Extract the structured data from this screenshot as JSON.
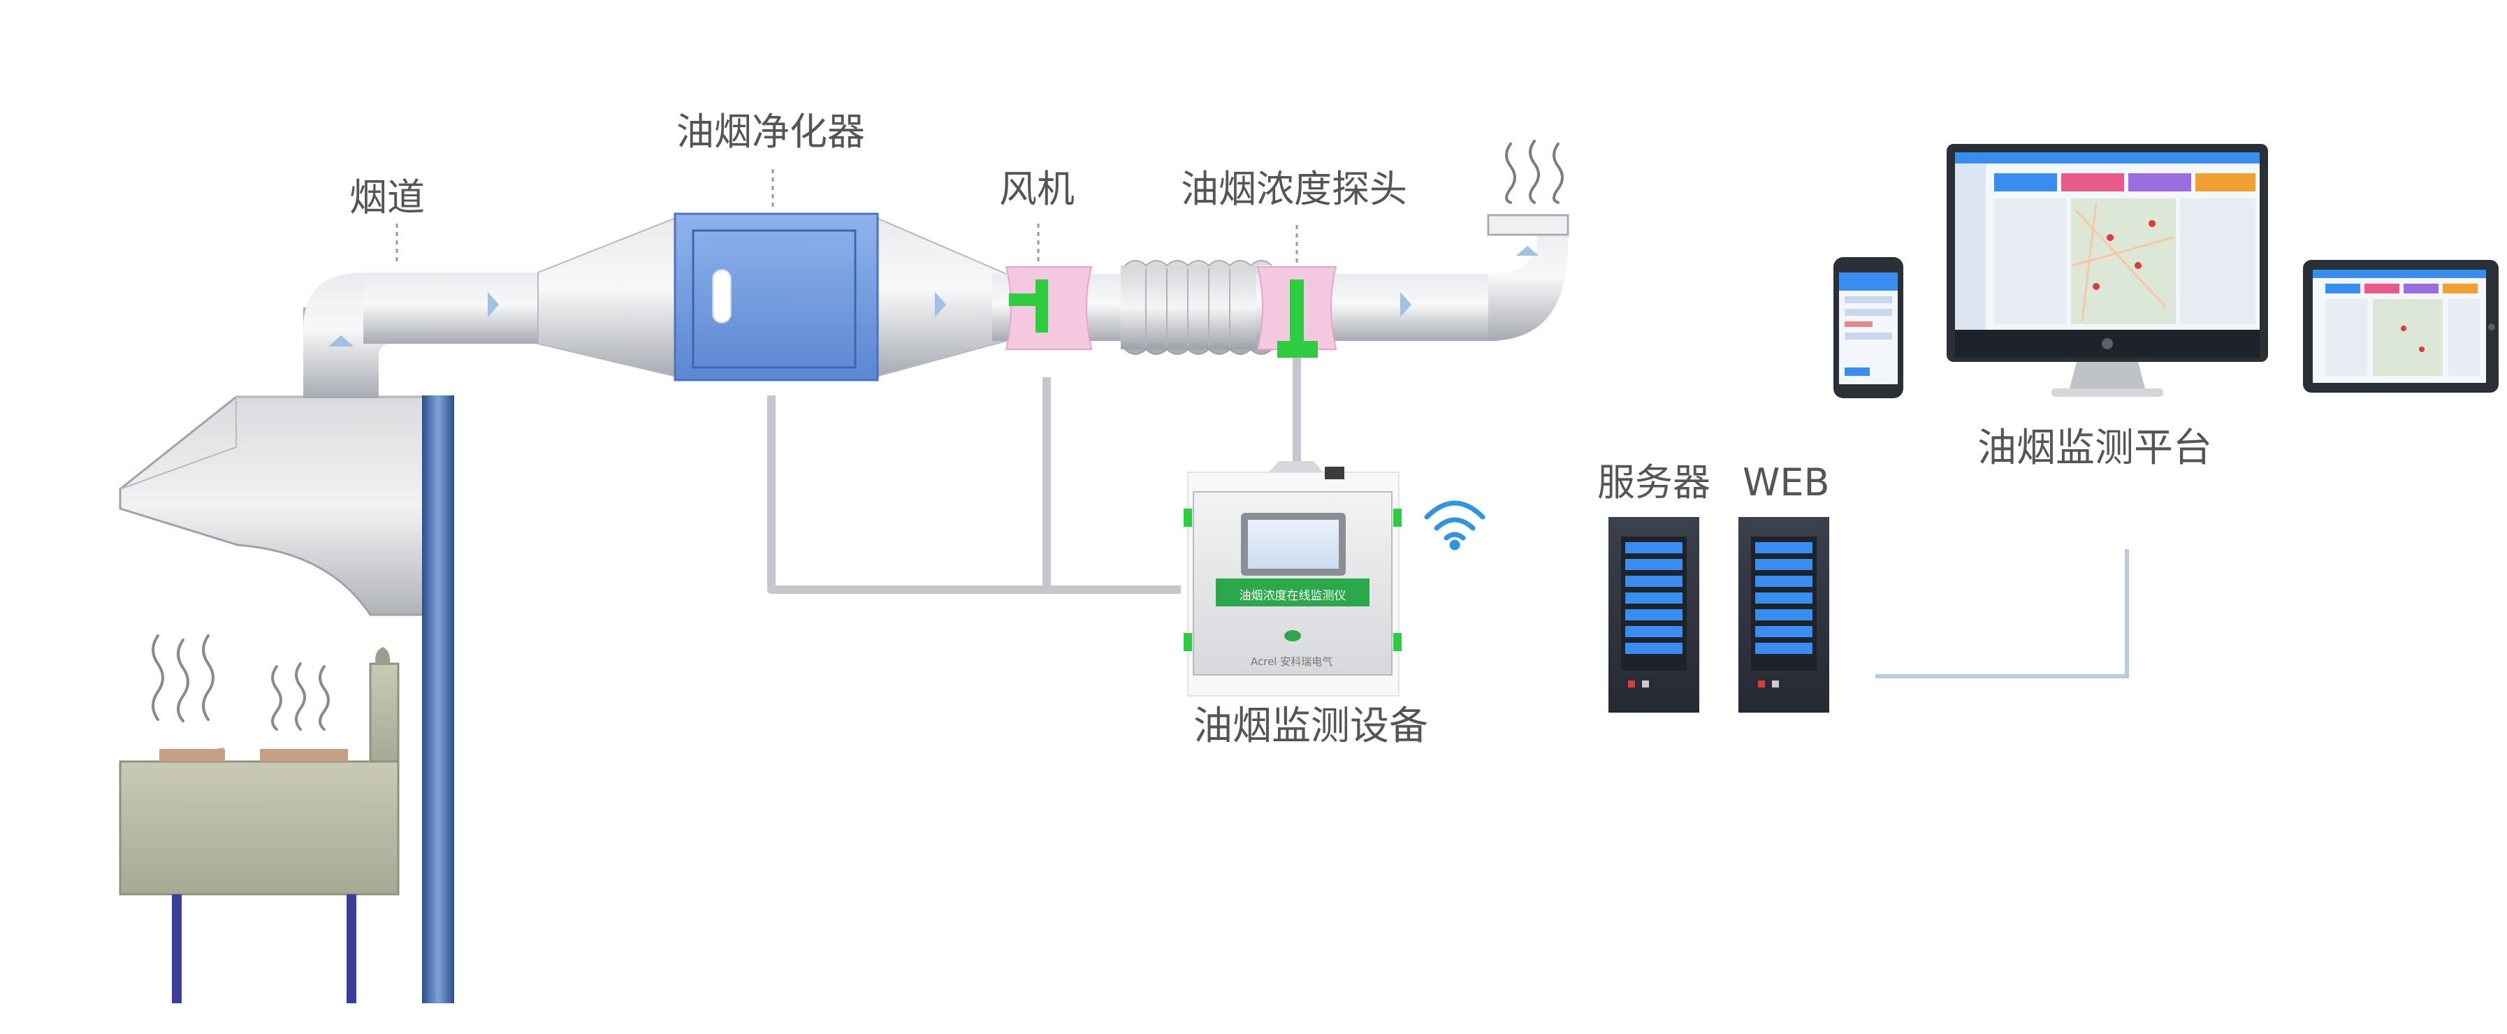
{
  "labels": {
    "flue": "烟道",
    "purifier": "油烟净化器",
    "fan": "风机",
    "probe": "油烟浓度探头",
    "monitor_device": "油烟监测设备",
    "server": "服务器",
    "web": "WEB",
    "platform": "油烟监测平台"
  },
  "device": {
    "panel_text": "油烟浓度在线监测仪",
    "brand_text": "Acrel 安科瑞电气"
  },
  "colors": {
    "duct": "#c9ccd1",
    "purifier": "#6f9be0",
    "fan_band": "#f4c9e0",
    "sensor_green": "#2ecc40",
    "pipe": "#c4c7cb",
    "chimney": "#3c66a8",
    "stove": "#b9baa6",
    "server": "#2f3440",
    "server_screen": "#3a8df0",
    "wifi": "#2f95e0"
  }
}
